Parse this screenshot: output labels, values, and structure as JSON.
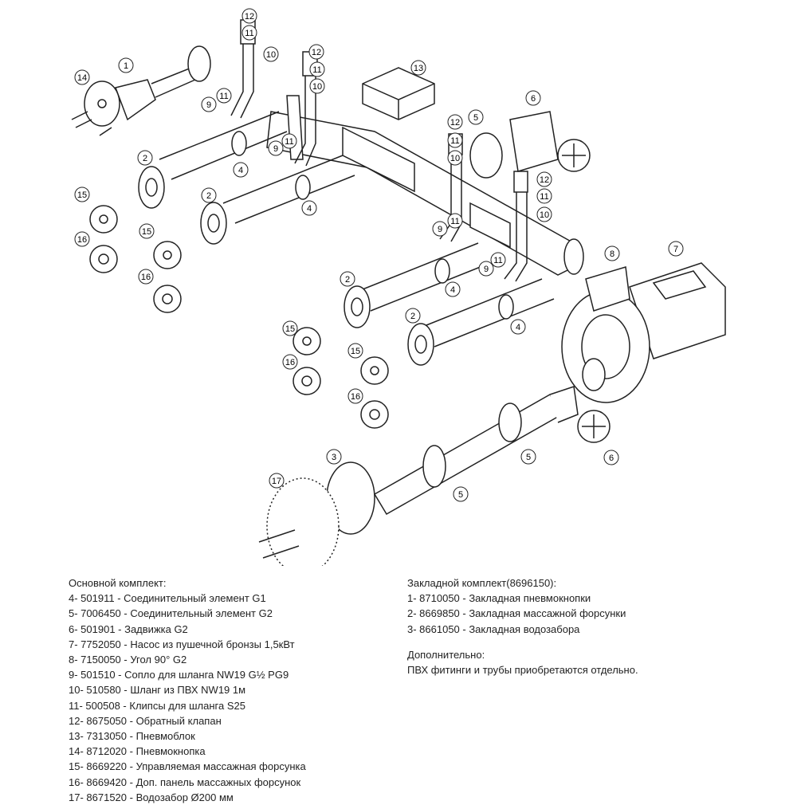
{
  "callouts": [
    "1",
    "2",
    "3",
    "4",
    "5",
    "6",
    "7",
    "8",
    "9",
    "10",
    "11",
    "12",
    "13",
    "14",
    "15",
    "16",
    "17"
  ],
  "legend_main": {
    "title": "Основной комплект:",
    "items": [
      "4- 501911 - Соединительный элемент G1",
      "5- 7006450 - Соединительный элемент G2",
      "6- 501901 - Задвижка G2",
      "7- 7752050 - Насос из пушечной бронзы 1,5кВт",
      "8- 7150050 - Угол 90° G2",
      "9- 501510 - Сопло для шланга NW19 G½ PG9",
      "10- 510580 - Шланг из ПВХ NW19 1м",
      "11- 500508 - Клипсы для шланга S25",
      "12- 8675050 - Обратный клапан",
      "13- 7313050 - Пневмоблок",
      "14- 8712020 - Пневмокнопка",
      "15- 8669220 - Управляемая массажная форсунка",
      "16- 8669420 - Доп. панель массажных форсунок",
      "17- 8671520 - Водозабор Ø200 мм"
    ]
  },
  "legend_embed": {
    "title": "Закладной комплект(8696150):",
    "items": [
      "1- 8710050 - Закладная пневмокнопки",
      "2- 8669850 - Закладная массажной форсунки",
      "3- 8661050 - Закладная водозабора"
    ]
  },
  "legend_extra": {
    "title": "Дополнительно:",
    "text": "ПВХ фитинги и трубы приобретаются отдельно."
  }
}
